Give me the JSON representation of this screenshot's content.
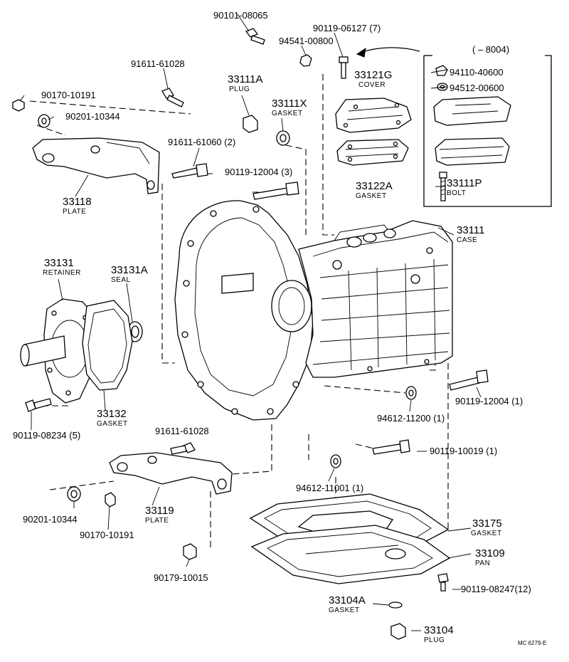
{
  "diagram": {
    "date_range_label": "( – 8004)",
    "drawing_code": "MC 6279-E",
    "labels": {
      "p90101_08065": "90101-08065",
      "p90119_06127": "90119-06127 (7)",
      "p94541_00800": "94541-00800",
      "p91611_61028_top": "91611-61028",
      "p33111A": "33111A",
      "p33111A_sub": "PLUG",
      "p33121G": "33121G",
      "p33121G_sub": "COVER",
      "p90170_10191_top": "90170-10191",
      "p90201_10344_top": "90201-10344",
      "p33111X": "33111X",
      "p33111X_sub": "GASKET",
      "p94110_40600": "94110-40600",
      "p94512_00600": "94512-00600",
      "p91611_61060": "91611-61060 (2)",
      "p90119_12004_3": "90119-12004 (3)",
      "p33122A": "33122A",
      "p33122A_sub": "GASKET",
      "p33111P": "33111P",
      "p33111P_sub": "BOLT",
      "p33118": "33118",
      "p33118_sub": "PLATE",
      "p33111": "33111",
      "p33111_sub": "CASE",
      "p33131": "33131",
      "p33131_sub": "RETAINER",
      "p33131A": "33131A",
      "p33131A_sub": "SEAL",
      "p33132": "33132",
      "p33132_sub": "GASKET",
      "p90119_08234": "90119-08234 (5)",
      "p90119_12004_1": "90119-12004 (1)",
      "p94612_11200": "94612-11200 (1)",
      "p91611_61028_bot": "91611-61028",
      "p90119_10019": "90119-10019 (1)",
      "p94612_11001": "94612-11001 (1)",
      "p90201_10344_bot": "90201-10344",
      "p33119": "33119",
      "p33119_sub": "PLATE",
      "p90170_10191_bot": "90170-10191",
      "p33175": "33175",
      "p33175_sub": "GASKET",
      "p33109": "33109",
      "p33109_sub": "PAN",
      "p90179_10015": "90179-10015",
      "p90119_08247": "90119-08247(12)",
      "p33104A": "33104A",
      "p33104A_sub": "GASKET",
      "p33104": "33104",
      "p33104_sub": "PLUG"
    }
  }
}
